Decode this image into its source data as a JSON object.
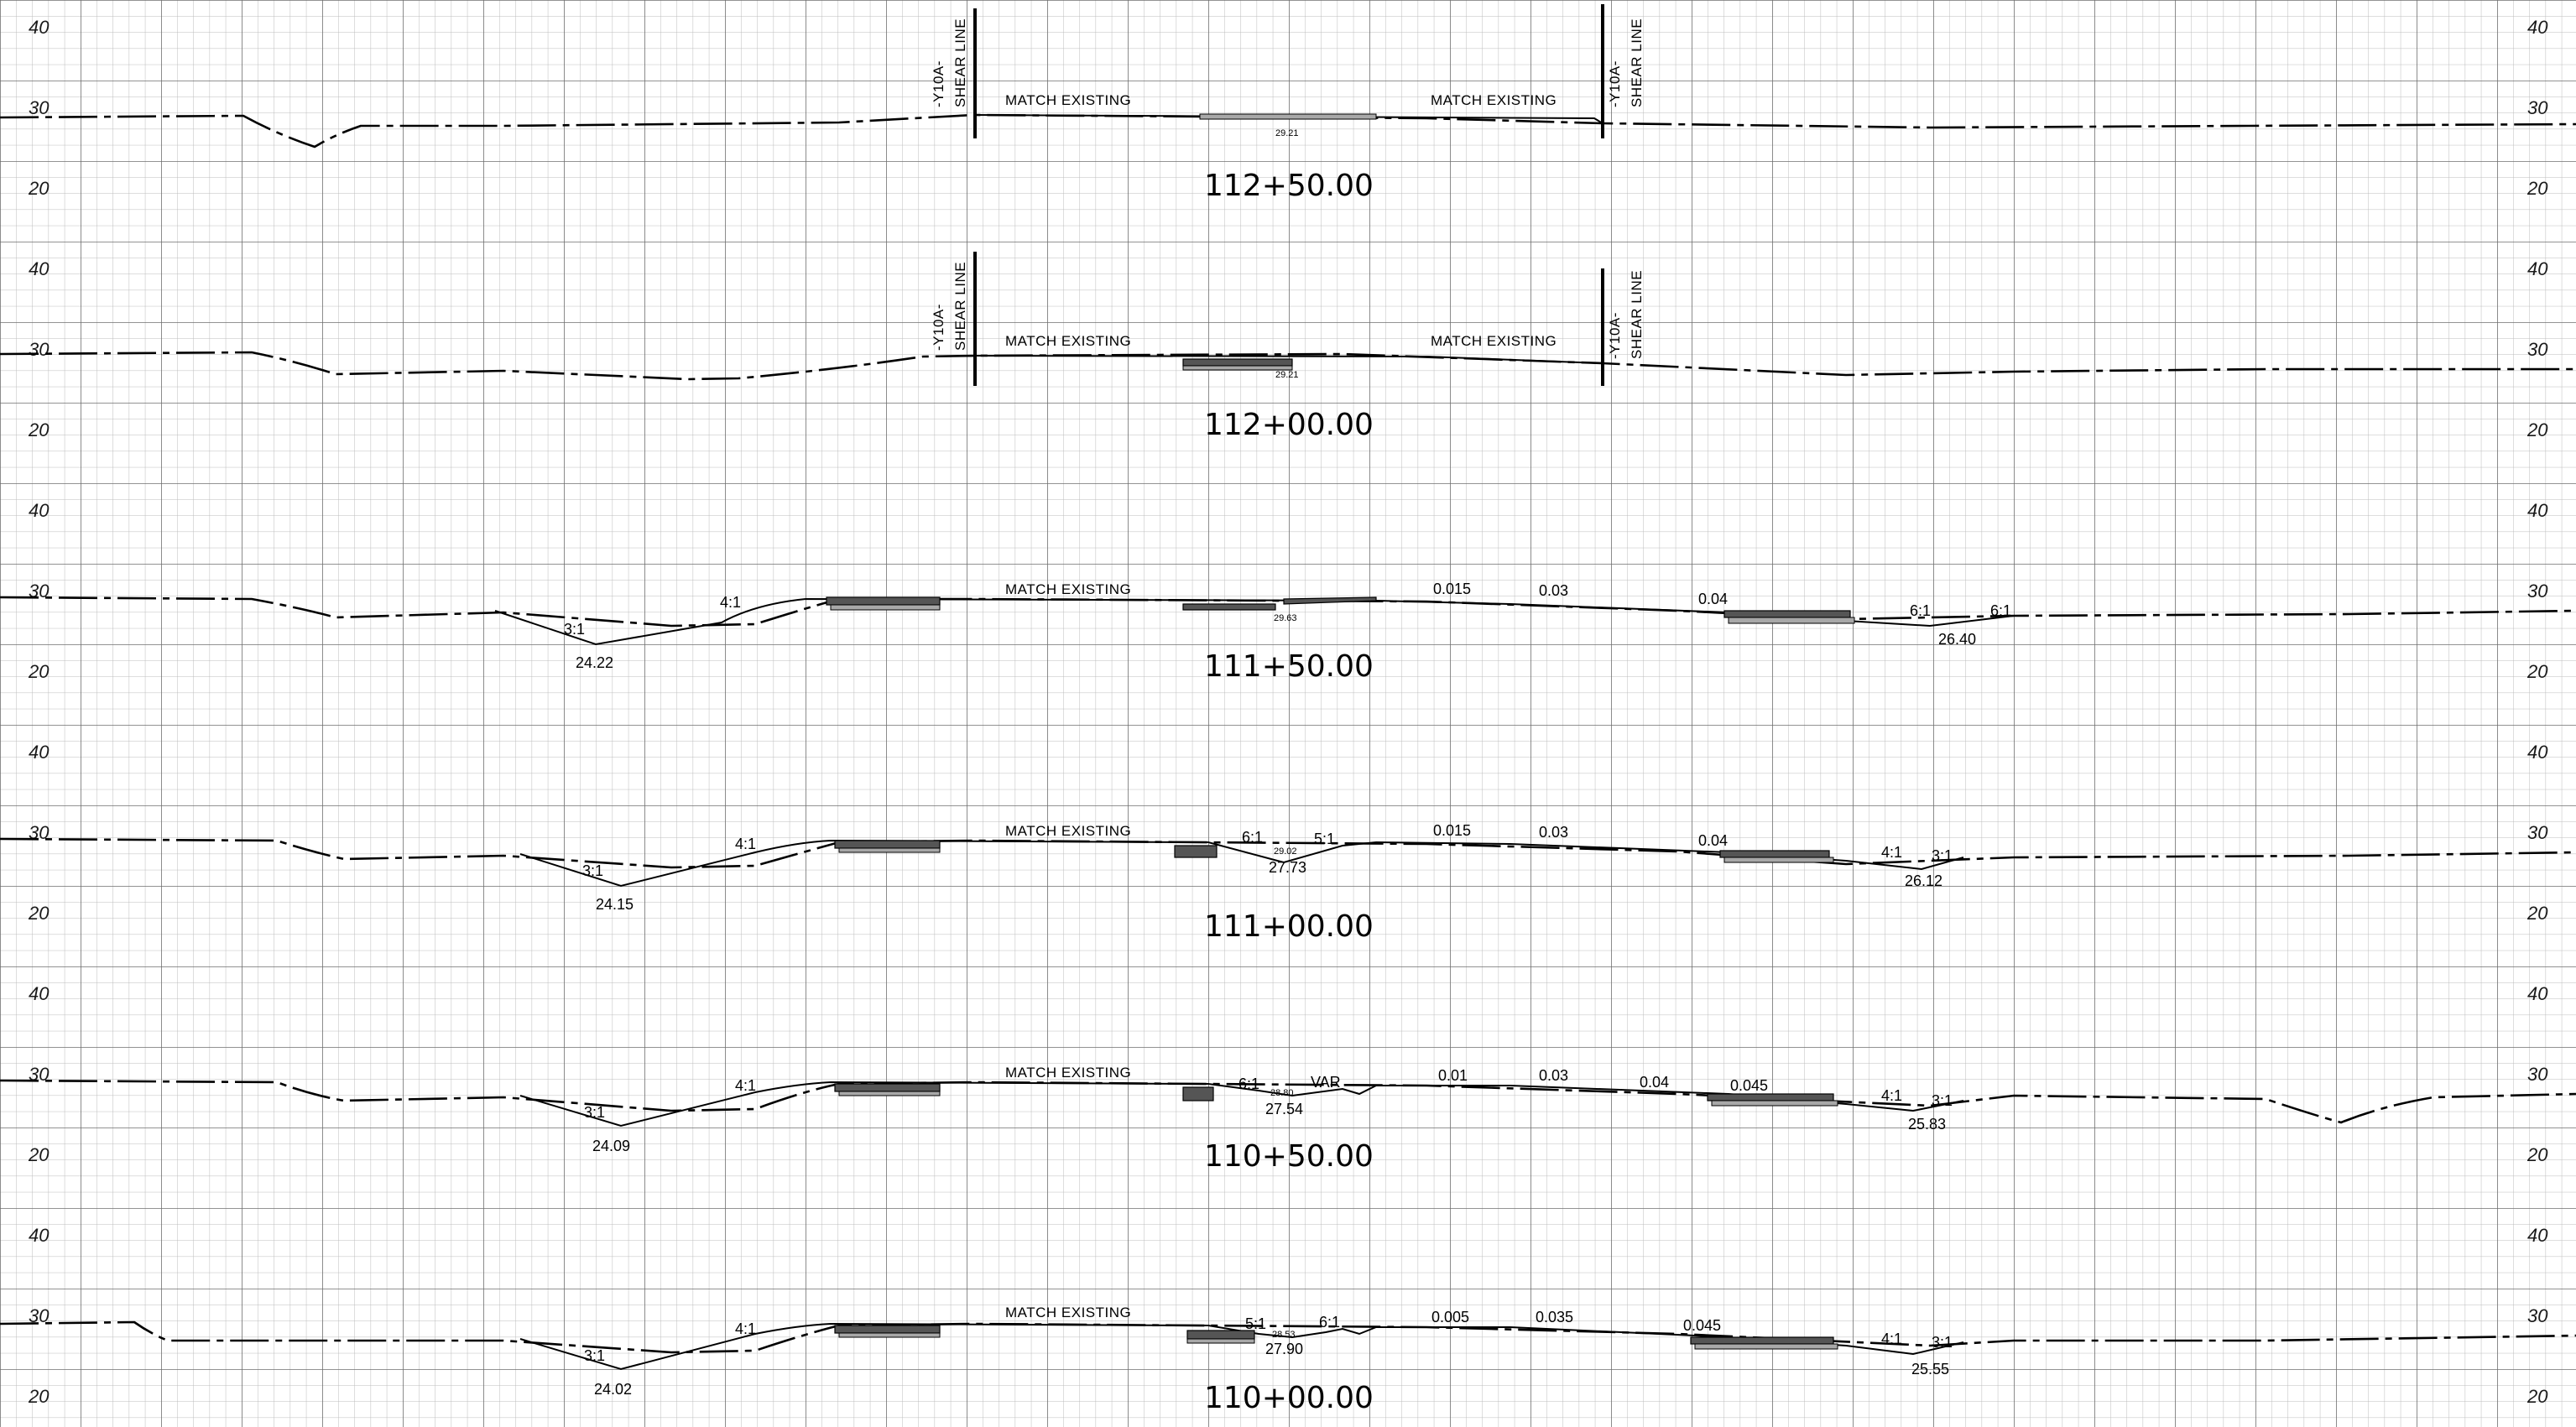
{
  "grid": {
    "minor_color": "#b9b9b9",
    "major_color": "#6e6e6e"
  },
  "sections": [
    {
      "station": "112+50.00",
      "elev_labels": [
        "40",
        "30",
        "20"
      ],
      "shear_line": true,
      "shear_label_top": "-Y10A-",
      "shear_label_bottom": "SHEAR LINE",
      "match_left": "MATCH  EXISTING",
      "match_right": "MATCH  EXISTING",
      "center_elev": "29.21",
      "slopes": [],
      "low_left": "",
      "low_center": "",
      "low_right": ""
    },
    {
      "station": "112+00.00",
      "elev_labels": [
        "40",
        "30",
        "20"
      ],
      "shear_line": true,
      "shear_label_top": "-Y10A-",
      "shear_label_bottom": "SHEAR LINE",
      "match_left": "MATCH  EXISTING",
      "match_right": "MATCH  EXISTING",
      "center_elev": "29.21",
      "slopes": [],
      "low_left": "",
      "low_center": "",
      "low_right": ""
    },
    {
      "station": "111+50.00",
      "elev_labels": [
        "40",
        "30",
        "20"
      ],
      "shear_line": false,
      "match_left": "MATCH  EXISTING",
      "center_elev": "29.63",
      "slopes": [
        "3:1",
        "4:1",
        "0.015",
        "0.03",
        "0.04",
        "6:1",
        "6:1"
      ],
      "low_left": "24.22",
      "low_center": "",
      "low_right": "26.40"
    },
    {
      "station": "111+00.00",
      "elev_labels": [
        "40",
        "30",
        "20"
      ],
      "shear_line": false,
      "match_left": "MATCH  EXISTING",
      "center_elev": "29.02",
      "slopes": [
        "3:1",
        "4:1",
        "6:1",
        "5:1",
        "0.015",
        "0.03",
        "0.04",
        "4:1",
        "3:1"
      ],
      "low_left": "24.15",
      "low_center": "27.73",
      "low_right": "26.12"
    },
    {
      "station": "110+50.00",
      "elev_labels": [
        "40",
        "30",
        "20"
      ],
      "shear_line": false,
      "match_left": "MATCH  EXISTING",
      "center_elev": "28.80",
      "slopes": [
        "3:1",
        "4:1",
        "6:1",
        "VAR",
        "0.01",
        "0.03",
        "0.04",
        "0.045",
        "4:1",
        "3:1"
      ],
      "low_left": "24.09",
      "low_center": "27.54",
      "low_right": "25.83"
    },
    {
      "station": "110+00.00",
      "elev_labels": [
        "40",
        "30",
        "20"
      ],
      "shear_line": false,
      "match_left": "MATCH  EXISTING",
      "center_elev": "28.53",
      "slopes": [
        "3:1",
        "4:1",
        "5:1",
        "6:1",
        "0.005",
        "0.035",
        "0.045",
        "4:1",
        "3:1"
      ],
      "low_left": "24.02",
      "low_center": "27.90",
      "low_right": "25.55"
    }
  ]
}
